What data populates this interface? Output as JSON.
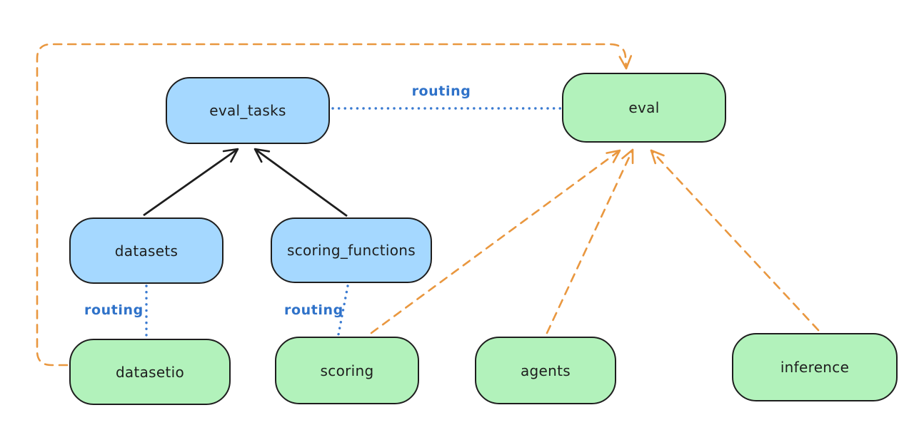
{
  "diagram": {
    "nodes": [
      {
        "id": "eval_tasks",
        "label": "eval_tasks",
        "fill": "blue"
      },
      {
        "id": "eval",
        "label": "eval",
        "fill": "green"
      },
      {
        "id": "datasets",
        "label": "datasets",
        "fill": "blue"
      },
      {
        "id": "scoring_functions",
        "label": "scoring_functions",
        "fill": "blue"
      },
      {
        "id": "datasetio",
        "label": "datasetio",
        "fill": "green"
      },
      {
        "id": "scoring",
        "label": "scoring",
        "fill": "green"
      },
      {
        "id": "agents",
        "label": "agents",
        "fill": "green"
      },
      {
        "id": "inference",
        "label": "inference",
        "fill": "green"
      }
    ],
    "edges": [
      {
        "from": "datasets",
        "to": "eval_tasks",
        "style": "solid",
        "color": "black",
        "label": ""
      },
      {
        "from": "scoring_functions",
        "to": "eval_tasks",
        "style": "solid",
        "color": "black",
        "label": ""
      },
      {
        "from": "eval_tasks",
        "to": "eval",
        "style": "dotted",
        "color": "blue",
        "label": "routing"
      },
      {
        "from": "datasets",
        "to": "datasetio",
        "style": "dotted",
        "color": "blue",
        "label": "routing"
      },
      {
        "from": "scoring_functions",
        "to": "scoring",
        "style": "dotted",
        "color": "blue",
        "label": "routing"
      },
      {
        "from": "datasetio",
        "to": "eval",
        "style": "dashed",
        "color": "orange",
        "label": ""
      },
      {
        "from": "scoring",
        "to": "eval",
        "style": "dashed",
        "color": "orange",
        "label": ""
      },
      {
        "from": "agents",
        "to": "eval",
        "style": "dashed",
        "color": "orange",
        "label": ""
      },
      {
        "from": "inference",
        "to": "eval",
        "style": "dashed",
        "color": "orange",
        "label": ""
      }
    ],
    "colors": {
      "canvas_bg": "#ffffff",
      "node_stroke": "#1e1e1e",
      "blue_node_fill": "#a5d8ff",
      "green_node_fill": "#b2f2bb",
      "black_edge": "#1e1e1e",
      "blue_edge": "#3b7bd1",
      "orange_edge": "#e9973f",
      "routing_label": "#2f72c9"
    }
  }
}
